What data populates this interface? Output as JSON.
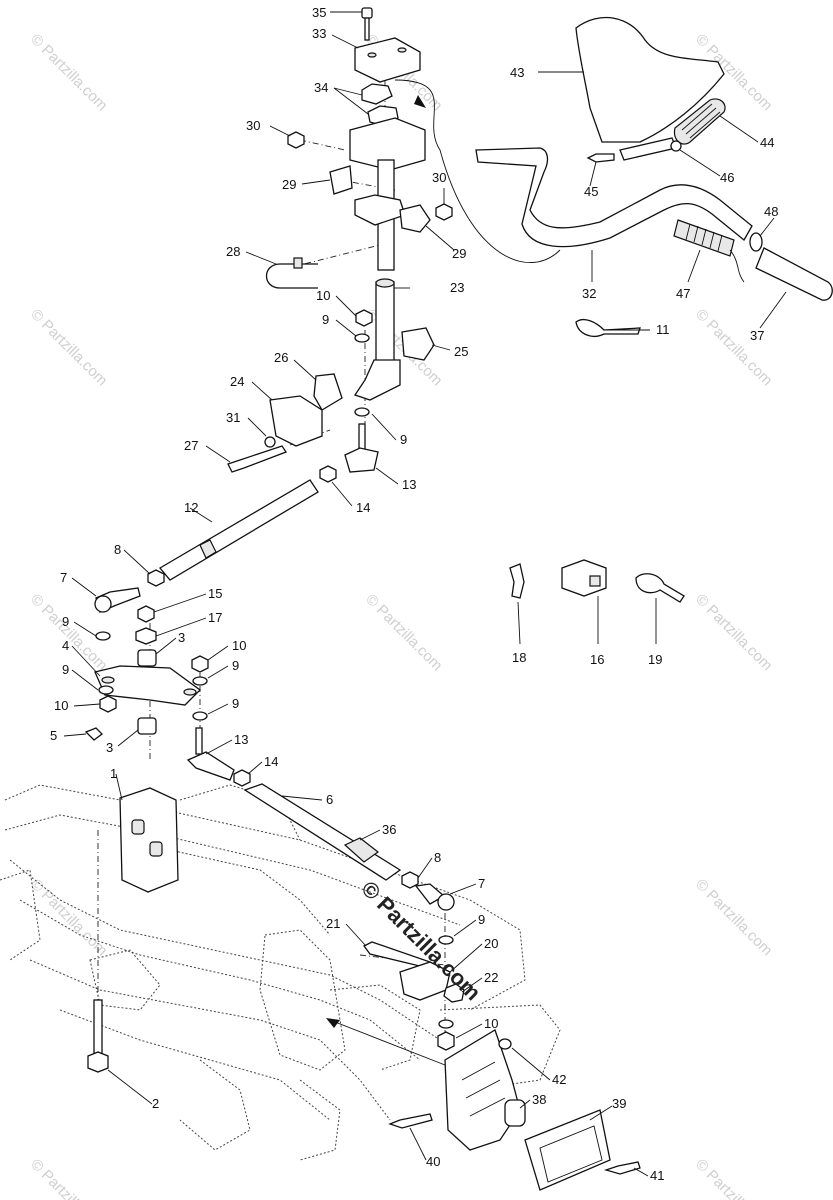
{
  "watermark": {
    "text": "© Partzilla.com",
    "center_text": "© Partzilla.com"
  },
  "labels": {
    "p1": "1",
    "p2": "2",
    "p3a": "3",
    "p3b": "3",
    "p4": "4",
    "p5": "5",
    "p6": "6",
    "p7a": "7",
    "p7b": "7",
    "p8a": "8",
    "p8b": "8",
    "p9a": "9",
    "p9b": "9",
    "p9c": "9",
    "p9d": "9",
    "p9e": "9",
    "p9f": "9",
    "p9g": "9",
    "p10a": "10",
    "p10b": "10",
    "p10c": "10",
    "p10d": "10",
    "p11": "11",
    "p12": "12",
    "p13a": "13",
    "p13b": "13",
    "p14a": "14",
    "p14b": "14",
    "p15": "15",
    "p16": "16",
    "p17": "17",
    "p18": "18",
    "p19": "19",
    "p20": "20",
    "p21": "21",
    "p22": "22",
    "p23": "23",
    "p24": "24",
    "p25": "25",
    "p26": "26",
    "p27": "27",
    "p28": "28",
    "p29a": "29",
    "p29b": "29",
    "p30a": "30",
    "p30b": "30",
    "p31": "31",
    "p32": "32",
    "p33": "33",
    "p34": "34",
    "p35": "35",
    "p36": "36",
    "p37": "37",
    "p38": "38",
    "p39": "39",
    "p40": "40",
    "p41": "41",
    "p42": "42",
    "p43": "43",
    "p44": "44",
    "p45": "45",
    "p46": "46",
    "p47": "47",
    "p48": "48"
  }
}
